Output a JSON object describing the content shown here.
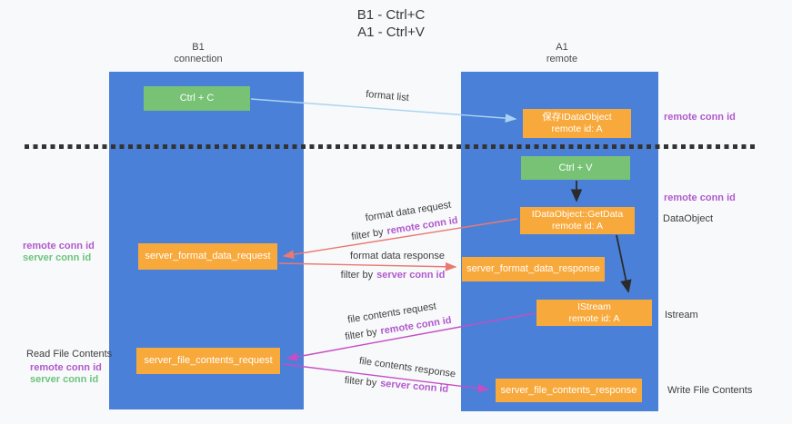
{
  "title": {
    "line1": "B1 - Ctrl+C",
    "line2": "A1 - Ctrl+V"
  },
  "lanes": {
    "left": {
      "name": "B1",
      "role": "connection"
    },
    "right": {
      "name": "A1",
      "role": "remote"
    }
  },
  "nodes": {
    "ctrl_c": {
      "label": "Ctrl + C"
    },
    "ctrl_v": {
      "label": "Ctrl + V"
    },
    "save_idataobject": {
      "line1": "保存IDataObject",
      "line2": "remote id: A"
    },
    "idataobject_getdata": {
      "line1": "IDataObject::GetData",
      "line2": "remote id: A"
    },
    "istream": {
      "line1": "IStream",
      "line2": "remote id: A"
    },
    "server_format_data_request": {
      "label": "server_format_data_request"
    },
    "server_format_data_response": {
      "label": "server_format_data_response"
    },
    "server_file_contents_request": {
      "label": "server_file_contents_request"
    },
    "server_file_contents_response": {
      "label": "server_file_contents_response"
    }
  },
  "arrow_labels": {
    "format_list": "format list",
    "format_data_request": "format data request",
    "format_data_response": "format data response",
    "file_contents_request": "file contents request",
    "file_contents_response": "file contents response",
    "filter_by": "filter by",
    "remote_conn_id": "remote conn id",
    "server_conn_id": "server conn id"
  },
  "side_labels": {
    "remote_conn_id": "remote conn id",
    "server_conn_id": "server conn id",
    "dataobject": "DataObject",
    "istream": "Istream",
    "read_file_contents": "Read File Contents",
    "write_file_contents": "Write File Contents"
  },
  "colors": {
    "lane_blue": "#4a80d8",
    "node_green": "#77c275",
    "node_orange": "#f8a93c",
    "conn_id_purple": "#b159ce",
    "conn_id_green": "#6cc47e",
    "arrow_blue": "#a9d4f2",
    "arrow_red": "#e87a72",
    "arrow_magenta": "#c44ec4",
    "arrow_black": "#2b2b2b",
    "divider_dash": "#333333"
  }
}
